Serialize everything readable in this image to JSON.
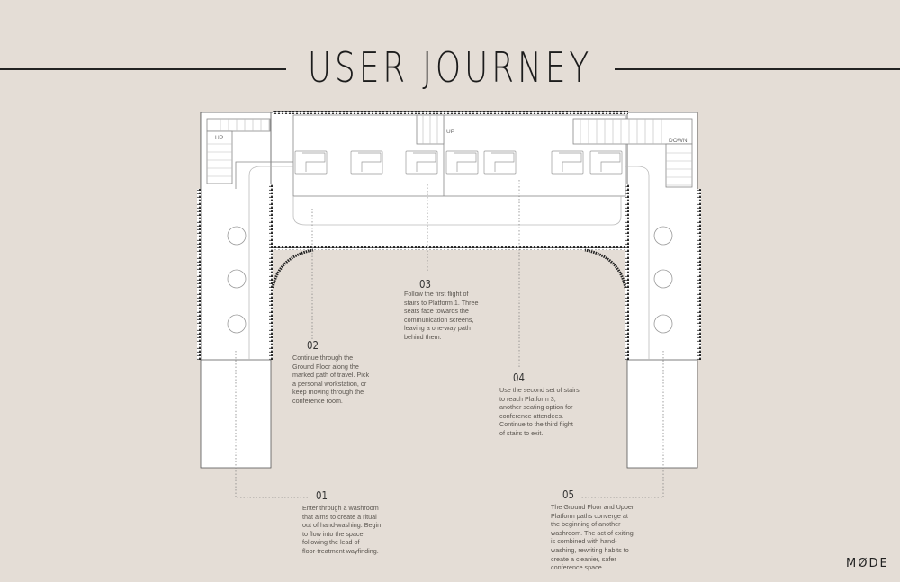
{
  "title": "USER JOURNEY",
  "brand": "MØDE",
  "plan_labels": {
    "up_left": "UP",
    "up_center": "UP",
    "down_right": "DOWN"
  },
  "steps": [
    {
      "number": "01",
      "text": "Enter through a washroom\nthat aims to create a ritual\nout of hand-washing. Begin\nto flow into the space,\nfollowing the lead of\nfloor-treatment wayfinding."
    },
    {
      "number": "02",
      "text": "Continue through the\nGround Floor along the\nmarked path of travel. Pick\na personal workstation, or\nkeep moving through the\nconference room."
    },
    {
      "number": "03",
      "text": "Follow the first flight of\nstairs to Platform 1. Three\nseats face towards the\ncommunication screens,\nleaving a one-way path\nbehind them."
    },
    {
      "number": "04",
      "text": "Use the second set of stairs\nto reach Platform 3,\nanother seating option for\nconference attendees.\nContinue to the third flight\nof stairs to exit."
    },
    {
      "number": "05",
      "text": "The Ground Floor and Upper\nPlatform paths converge at\nthe beginning of another\nwashroom. The act of exiting\nis combined with hand-\nwashing, rewriting habits to\ncreate a cleanier, safer\nconference space."
    }
  ]
}
